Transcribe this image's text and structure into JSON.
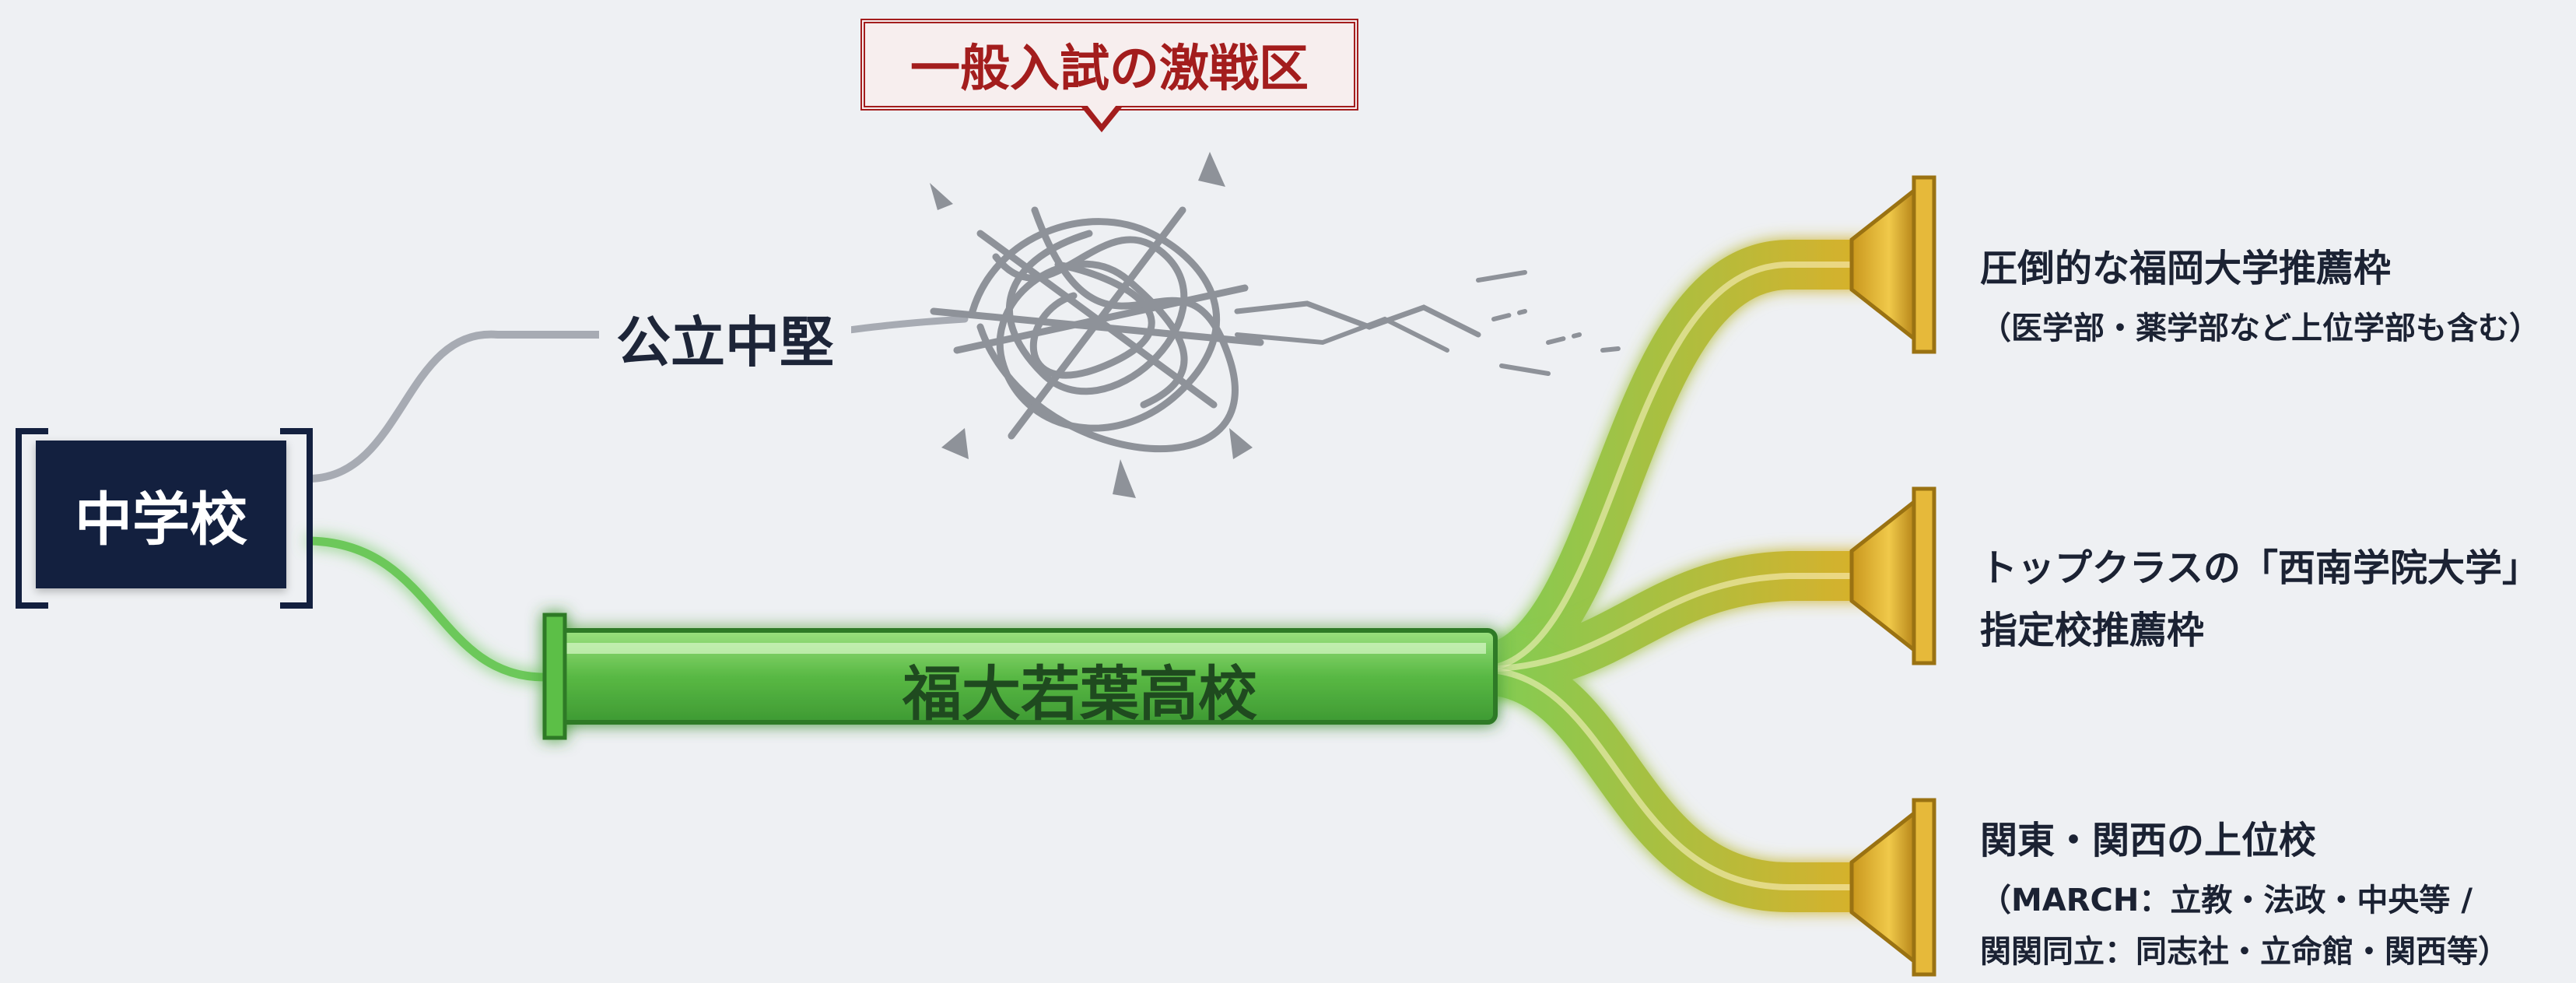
{
  "start": {
    "label": "中学校"
  },
  "callout": {
    "label": "一般入試の激戦区"
  },
  "branches": {
    "public": {
      "label": "公立中堅"
    },
    "private": {
      "label": "福大若葉高校"
    }
  },
  "destinations": [
    {
      "title": "圧倒的な福岡大学推薦枠",
      "sub": [
        "（医学部・薬学部など上位学部も含む）"
      ]
    },
    {
      "title": "トップクラスの「西南学院大学」",
      "sub": [
        "指定校推薦枠"
      ]
    },
    {
      "title": "関東・関西の上位校",
      "sub": [
        "（MARCH：立教・法政・中央等 /",
        "関関同立：同志社・立命館・関西等）"
      ]
    }
  ],
  "colors": {
    "navy": "#13203f",
    "green": "#4fbf3f",
    "gold": "#d9b02a",
    "gray": "#a7abb3",
    "red": "#a31d1d"
  }
}
